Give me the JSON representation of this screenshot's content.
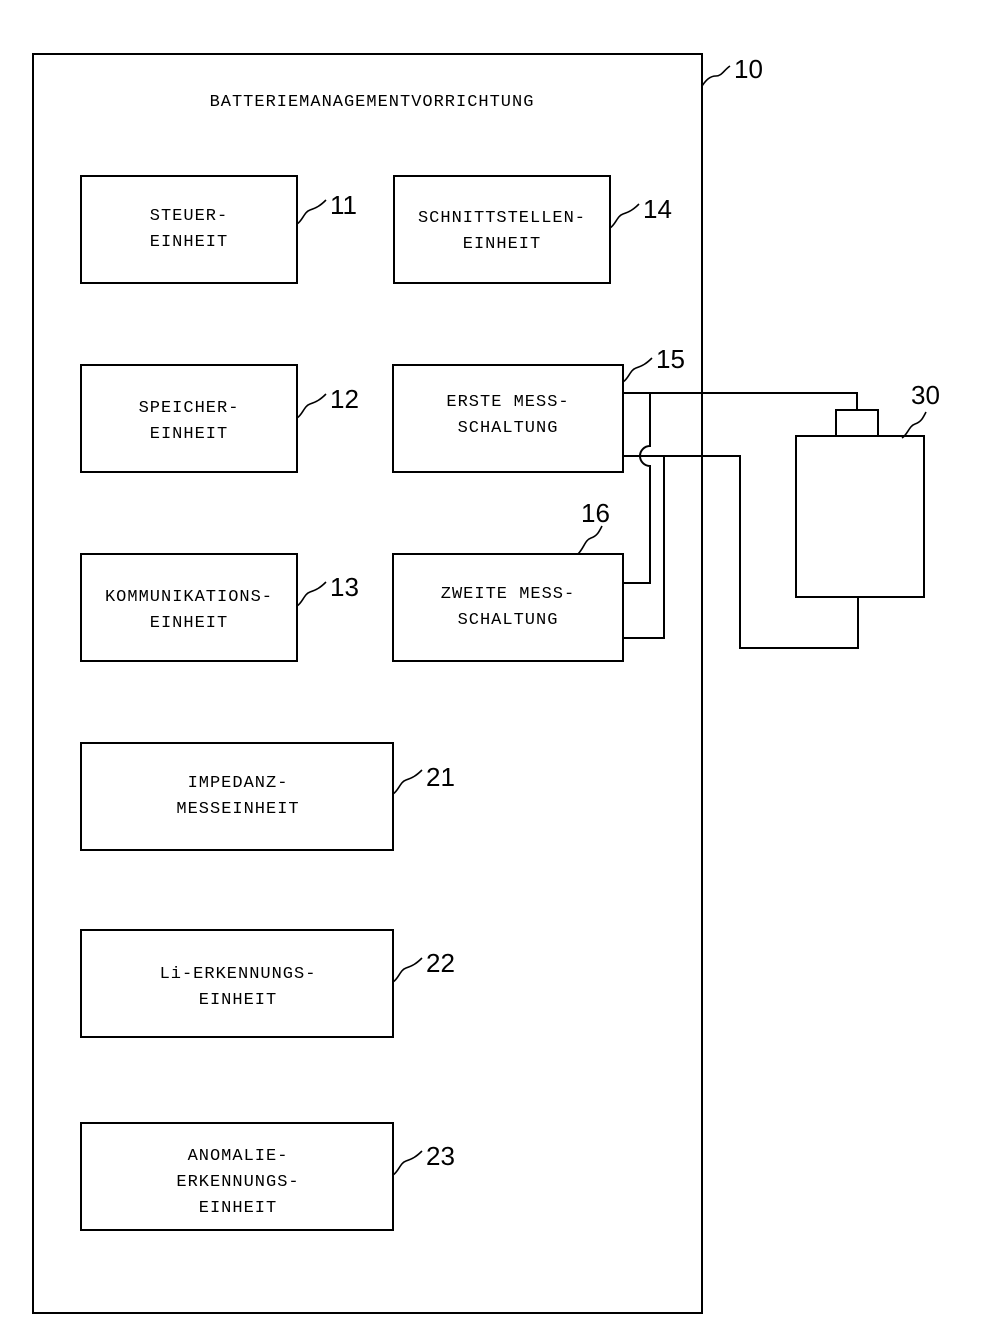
{
  "device": {
    "title": "BATTERIEMANAGEMENTVORRICHTUNG",
    "ref": "10"
  },
  "units": [
    {
      "id": "steuer",
      "lines": [
        "STEUER-",
        "EINHEIT"
      ],
      "ref": "11"
    },
    {
      "id": "speicher",
      "lines": [
        "SPEICHER-",
        "EINHEIT"
      ],
      "ref": "12"
    },
    {
      "id": "kommunikation",
      "lines": [
        "KOMMUNIKATIONS-",
        "EINHEIT"
      ],
      "ref": "13"
    },
    {
      "id": "schnittstelle",
      "lines": [
        "SCHNITTSTELLEN-",
        "EINHEIT"
      ],
      "ref": "14"
    },
    {
      "id": "erste-mess",
      "lines": [
        "ERSTE MESS-",
        "SCHALTUNG"
      ],
      "ref": "15"
    },
    {
      "id": "zweite-mess",
      "lines": [
        "ZWEITE MESS-",
        "SCHALTUNG"
      ],
      "ref": "16"
    },
    {
      "id": "impedanz",
      "lines": [
        "IMPEDANZ-",
        "MESSEINHEIT"
      ],
      "ref": "21"
    },
    {
      "id": "li-erkennung",
      "lines": [
        "Li-ERKENNUNGS-",
        "EINHEIT"
      ],
      "ref": "22"
    },
    {
      "id": "anomalie",
      "lines": [
        "ANOMALIE-",
        "ERKENNUNGS-",
        "EINHEIT"
      ],
      "ref": "23"
    }
  ],
  "battery": {
    "ref": "30"
  }
}
